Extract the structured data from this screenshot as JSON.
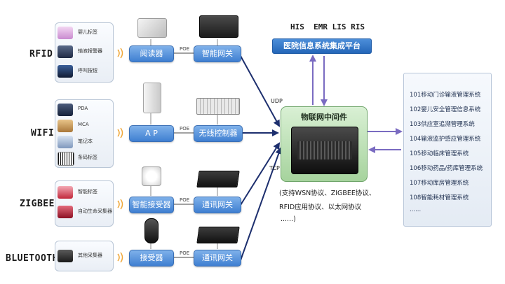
{
  "top": {
    "his_label": "HIS  EMR LIS RIS",
    "platform": "医院信息系统集成平台"
  },
  "middleware": {
    "title": "物联网中间件",
    "udp": "UDP",
    "tcp": "TCP",
    "notes": [
      "(支持WSN协议、ZIGBEE协议、",
      "RFID应用协议、以太网协议",
      "......)"
    ]
  },
  "rows": [
    {
      "tech": "RFID",
      "devices": [
        "婴儿标签",
        "输液报警器",
        "呼叫按钮"
      ],
      "box1": "阅读器",
      "poe": "POE",
      "box2": "智能网关"
    },
    {
      "tech": "WIFI",
      "devices": [
        "PDA",
        "MCA",
        "笔记本",
        "条码标签"
      ],
      "box1": "A P",
      "poe": "POE",
      "box2": "无线控制器"
    },
    {
      "tech": "ZIGBEE",
      "devices": [
        "智能标签",
        "自动生命采集器"
      ],
      "box1": "智能接受器",
      "poe": "POE",
      "box2": "通讯网关"
    },
    {
      "tech": "BLUETOOTH",
      "devices": [
        "其他采集器"
      ],
      "box1": "接受器",
      "poe": "POE",
      "box2": "通讯网关"
    }
  ],
  "systems": [
    "101移动门诊输液管理系统",
    "102婴儿安全管理信息系统",
    "103供应室追溯管理系统",
    "104输液监护感应管理系统",
    "105移动临床管理系统",
    "106移动药品/药库管理系统",
    "107移动库房管理系统",
    "108智能耗材管理系统",
    "......"
  ],
  "colors": {
    "box_blue": "#3f7fd1",
    "arrow_navy": "#1d2f6e",
    "arrow_purple": "#7a6bc1",
    "middleware_green": "#a6d39d"
  }
}
